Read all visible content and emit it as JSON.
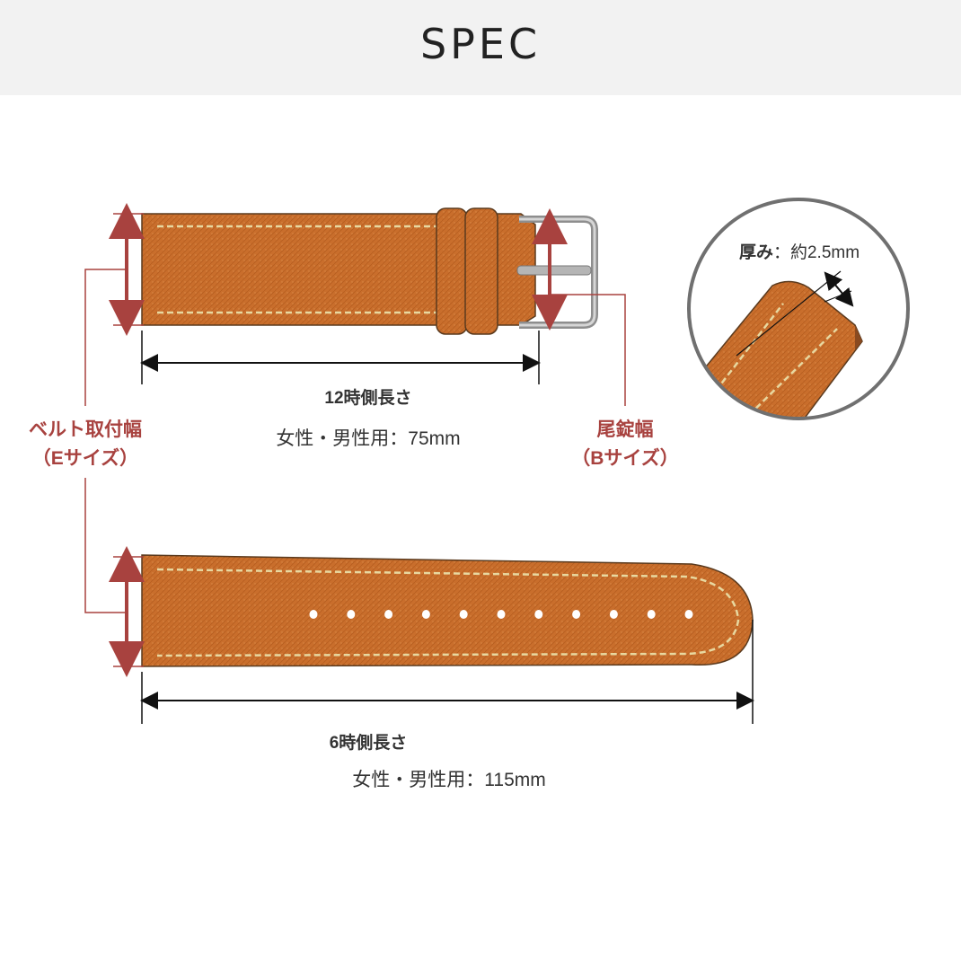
{
  "header": {
    "title": "SPEC"
  },
  "long_side": {
    "label": "12時側長さ",
    "value": "女性・男性用：75mm"
  },
  "short_side": {
    "label": "6時側長さ",
    "value": "女性・男性用：115mm"
  },
  "lug_width": {
    "line1": "ベルト取付幅",
    "line2": "（Eサイズ）"
  },
  "buckle_width": {
    "line1": "尾錠幅",
    "line2": "（Bサイズ）"
  },
  "thickness": {
    "label": "厚み",
    "value": "：約2.5mm"
  },
  "colors": {
    "leather": "#c86d2a",
    "stitch": "#e8d8a0",
    "accent_red": "#a8423f",
    "header_bg": "#f2f2f2"
  },
  "strap_holes": 11
}
